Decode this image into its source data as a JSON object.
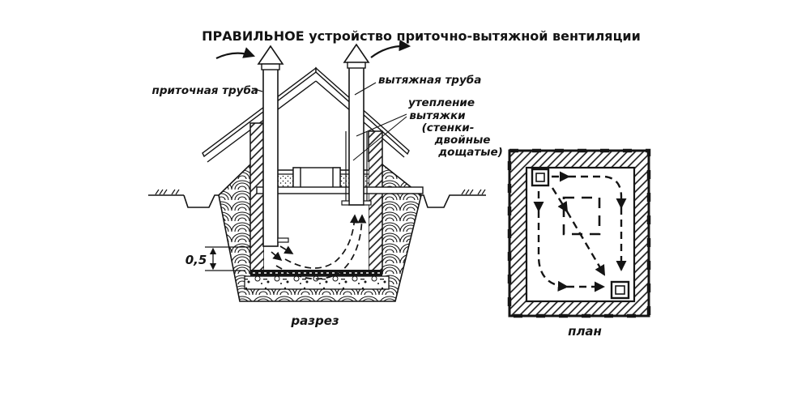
{
  "title": "ПРАВИЛЬНОЕ устройство приточно-вытяжной вентиляции",
  "section": {
    "caption": "разрез",
    "label_supply": "приточная труба",
    "label_exhaust": "вытяжная труба",
    "insulation": [
      "утепление",
      "вытяжки",
      "(стенки-",
      "двойные",
      "дощатые)"
    ],
    "dimension": "0,5"
  },
  "plan": {
    "caption": "план"
  },
  "colors": {
    "ink": "#141414",
    "paper": "#ffffff"
  }
}
